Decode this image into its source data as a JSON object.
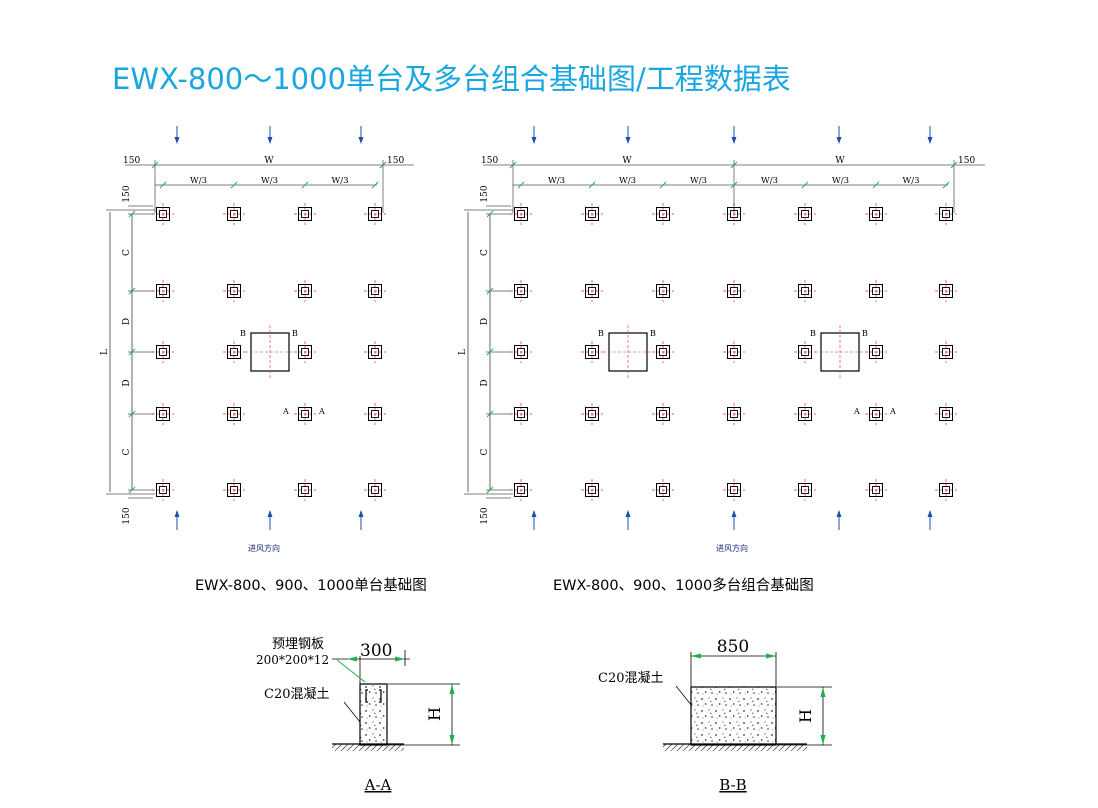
{
  "title": "EWX-800～1000单台及多台组合基础图/工程数据表",
  "drawings": {
    "single": {
      "caption": "EWX-800、900、1000单台基础图",
      "dim_margin": "150",
      "dim_width": "W",
      "dim_third": "W/3",
      "dim_c": "C",
      "dim_d": "D",
      "dim_length": "L",
      "section_a": "A",
      "section_b": "B",
      "airflow_label": "进风方向"
    },
    "multi": {
      "caption": "EWX-800、900、1000多台组合基础图",
      "dim_margin": "150",
      "dim_width": "W",
      "dim_third": "W/3",
      "dim_c": "C",
      "dim_d": "D",
      "dim_length": "L",
      "section_a": "A",
      "section_b": "B",
      "airflow_label": "进风方向"
    }
  },
  "section_aa": {
    "title": "A-A",
    "plate_label": "预埋钢板",
    "plate_spec": "200*200*12",
    "width_dim": "300",
    "concrete_label": "C20混凝土",
    "height_dim": "H"
  },
  "section_bb": {
    "title": "B-B",
    "width_dim": "850",
    "concrete_label": "C20混凝土",
    "height_dim": "H"
  },
  "colors": {
    "title": "#1aa6e0",
    "drawing_line": "#000000",
    "center_line": "#e03030",
    "airflow_arrow": "#1a4fb0",
    "dimension_arrow": "#1fb04a"
  }
}
